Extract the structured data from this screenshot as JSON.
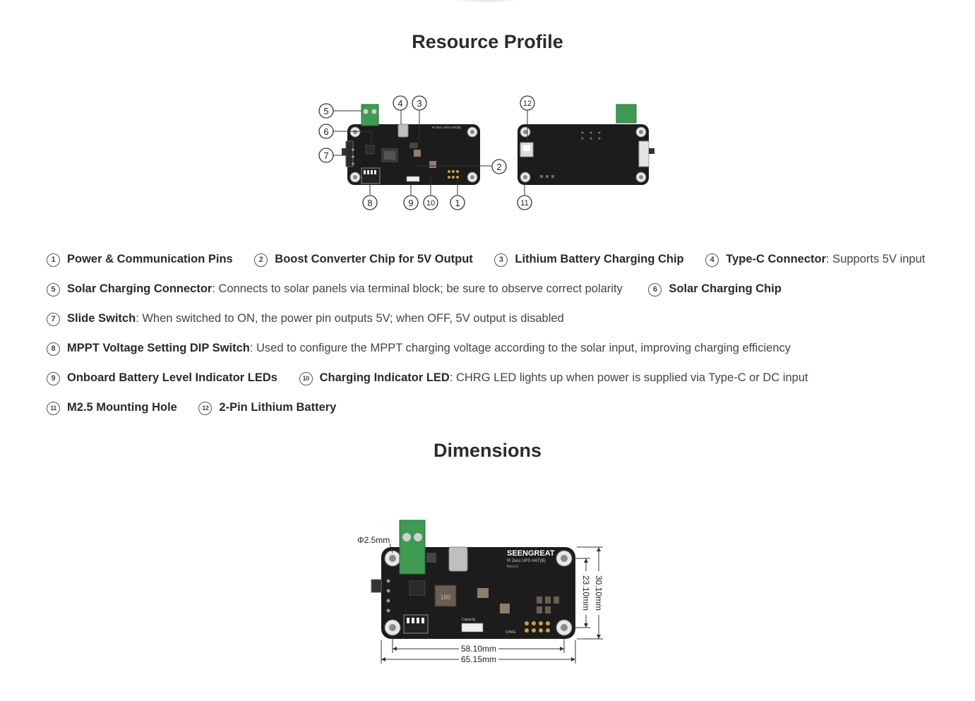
{
  "sections": {
    "resource_title": "Resource Profile",
    "dimensions_title": "Dimensions"
  },
  "board": {
    "brand": "SEENGREAT",
    "model": "Pi Zero UPS HAT(B)",
    "rev": "Rev1.0",
    "chrg_label": "CHRG",
    "capacity_label": "Capacity",
    "inductor_code": "180"
  },
  "callouts": [
    "1",
    "2",
    "3",
    "4",
    "5",
    "6",
    "7",
    "8",
    "9",
    "10",
    "11",
    "12"
  ],
  "features": [
    {
      "num": "1",
      "name": "Power & Communication Pins",
      "desc": ""
    },
    {
      "num": "2",
      "name": "Boost Converter Chip for 5V Output",
      "desc": ""
    },
    {
      "num": "3",
      "name": "Lithium Battery Charging Chip",
      "desc": ""
    },
    {
      "num": "4",
      "name": "Type-C Connector",
      "desc": ": Supports 5V input"
    },
    {
      "num": "5",
      "name": "Solar Charging Connector",
      "desc": ": Connects to solar panels via terminal block; be sure to observe correct polarity"
    },
    {
      "num": "6",
      "name": "Solar Charging Chip",
      "desc": ""
    },
    {
      "num": "7",
      "name": "Slide Switch",
      "desc": ": When switched to ON, the power pin outputs 5V; when OFF, 5V output is disabled"
    },
    {
      "num": "8",
      "name": "MPPT Voltage Setting DIP Switch",
      "desc": ": Used to configure the MPPT charging voltage according to the solar input, improving charging efficiency"
    },
    {
      "num": "9",
      "name": "Onboard Battery Level Indicator LEDs",
      "desc": ""
    },
    {
      "num": "10",
      "name": "Charging Indicator LED",
      "desc": ": CHRG LED lights up when power is supplied via Type-C or DC input"
    },
    {
      "num": "11",
      "name": "M2.5 Mounting Hole",
      "desc": ""
    },
    {
      "num": "12",
      "name": "2-Pin Lithium Battery",
      "desc": ""
    }
  ],
  "dimensions": {
    "hole_label": "Φ2.5mm",
    "inner_width": "58.10mm",
    "outer_width": "65.15mm",
    "inner_height": "23.10mm",
    "outer_height": "30.10mm"
  },
  "colors": {
    "pcb": "#1c1c1c",
    "terminal": "#3f9a52",
    "gold": "#c9a040"
  }
}
